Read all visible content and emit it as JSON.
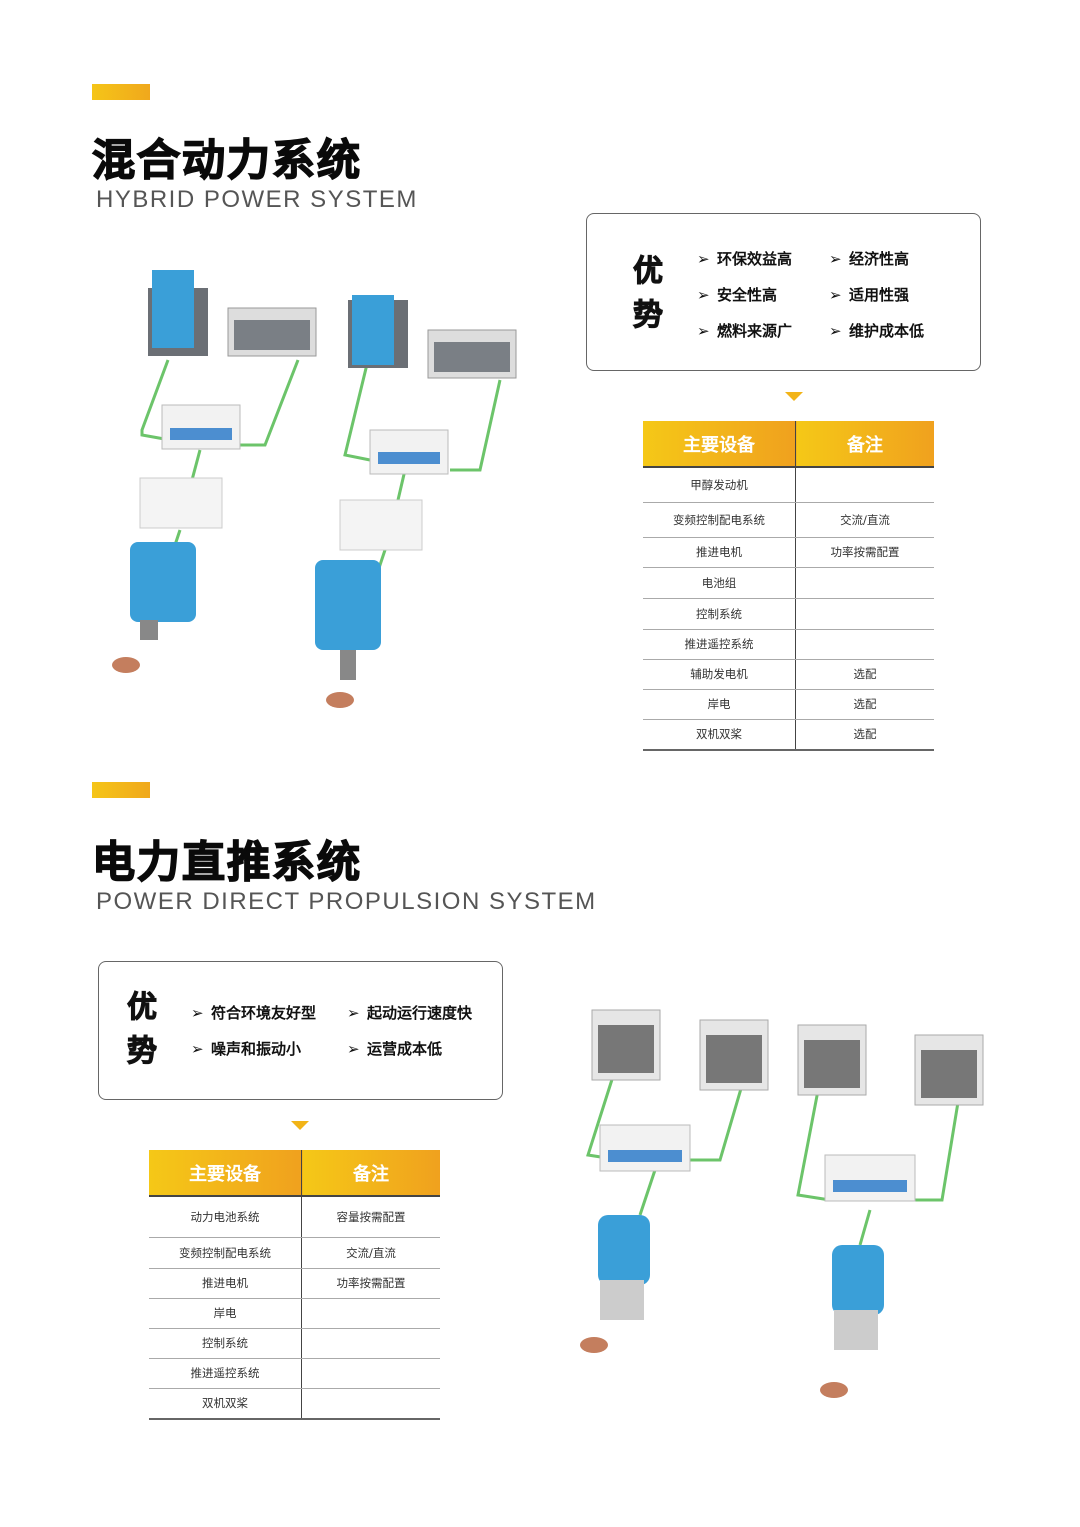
{
  "section1": {
    "title": "混合动力系统",
    "subtitle": "HYBRID POWER SYSTEM",
    "advantages_heading": [
      "优",
      "势"
    ],
    "advantages": [
      "环保效益高",
      "经济性高",
      "安全性高",
      "适用性强",
      "燃料来源广",
      "维护成本低"
    ],
    "table": {
      "headers": [
        "主要设备",
        "备注"
      ],
      "rows": [
        [
          "甲醇发动机",
          ""
        ],
        [
          "变频控制配电系统",
          "交流/直流"
        ],
        [
          "推进电机",
          "功率按需配置"
        ],
        [
          "电池组",
          ""
        ],
        [
          "控制系统",
          ""
        ],
        [
          "推进遥控系统",
          ""
        ],
        [
          "辅助发电机",
          "选配"
        ],
        [
          "岸电",
          "选配"
        ],
        [
          "双机双桨",
          "选配"
        ]
      ]
    }
  },
  "section2": {
    "title": "电力直推系统",
    "subtitle": "POWER DIRECT PROPULSION SYSTEM",
    "advantages_heading": [
      "优",
      "势"
    ],
    "advantages": [
      "符合环境友好型",
      "起动运行速度快",
      "噪声和振动小",
      "运营成本低"
    ],
    "table": {
      "headers": [
        "主要设备",
        "备注"
      ],
      "rows": [
        [
          "动力电池系统",
          "容量按需配置"
        ],
        [
          "变频控制配电系统",
          "交流/直流"
        ],
        [
          "推进电机",
          "功率按需配置"
        ],
        [
          "岸电",
          ""
        ],
        [
          "控制系统",
          ""
        ],
        [
          "推进遥控系统",
          ""
        ],
        [
          "双机双桨",
          ""
        ]
      ]
    }
  },
  "colors": {
    "accent": "#f2b418",
    "accent_end": "#f0a11e",
    "line_green": "#6cc46a",
    "engine_blue": "#3a9fd8"
  }
}
